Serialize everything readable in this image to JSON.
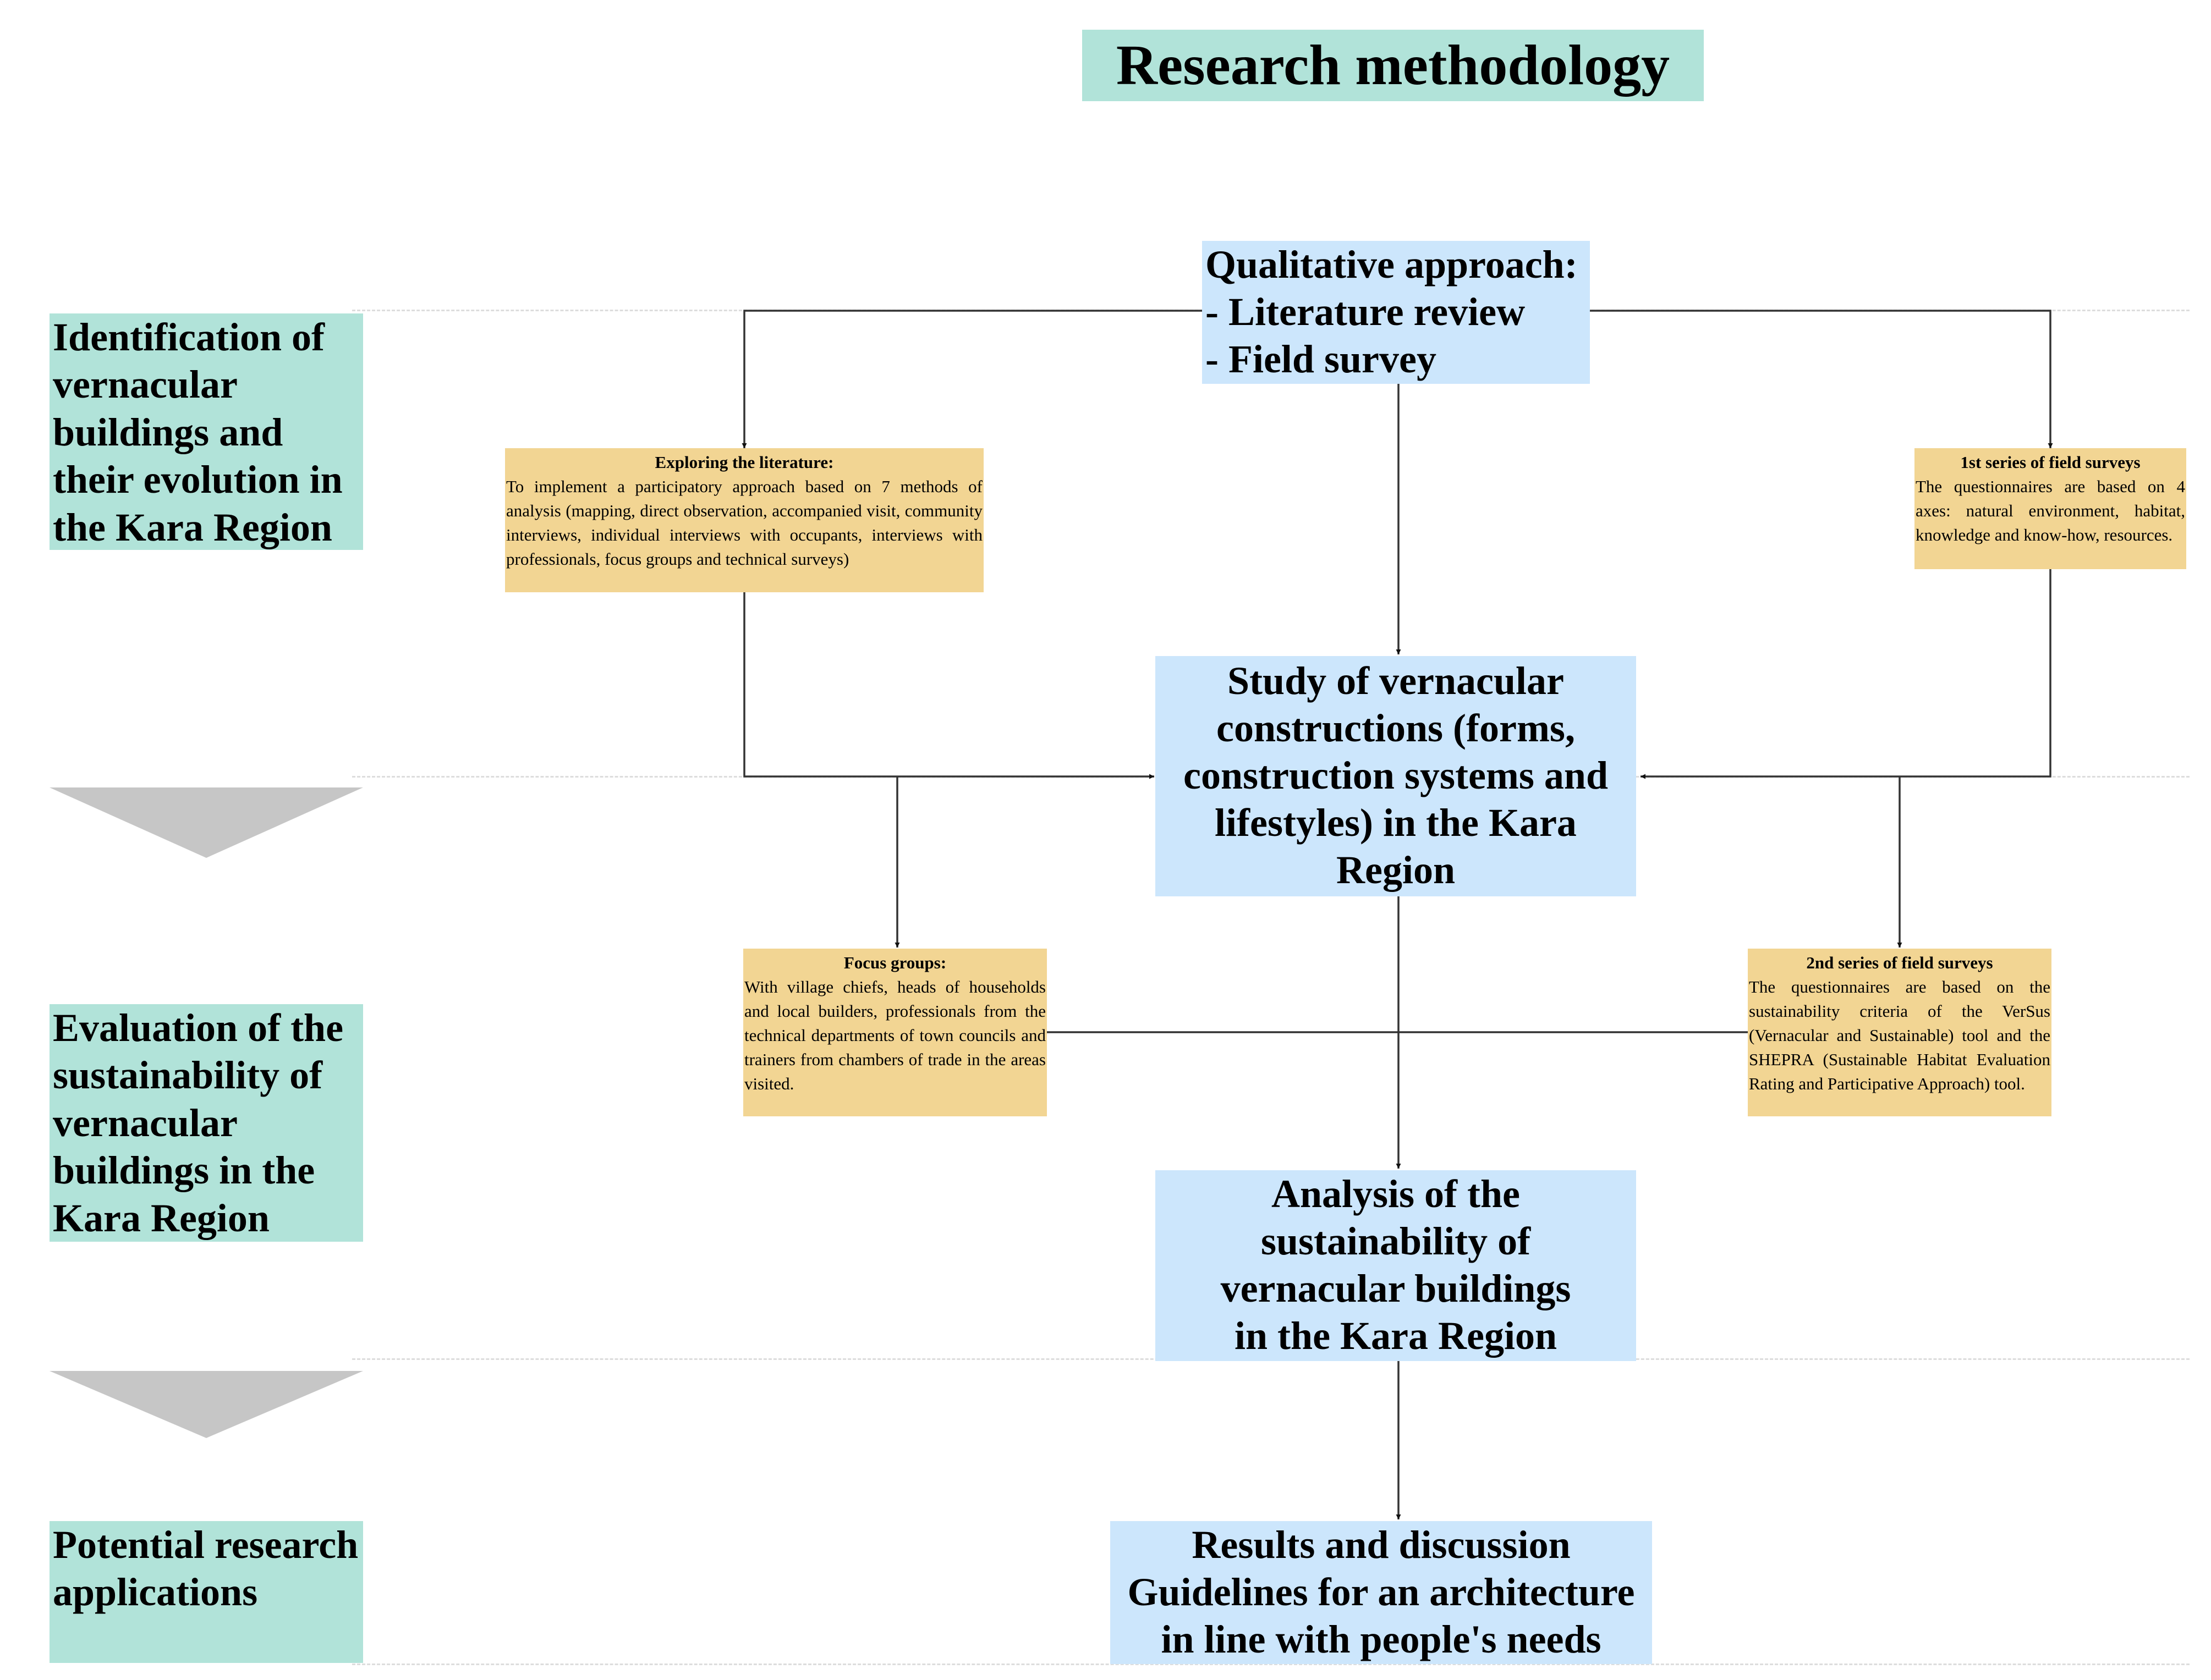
{
  "title": "Research methodology",
  "phases": [
    "Identification of vernacular buildings and their evolution in the Kara Region",
    "Evaluation of the sustainability of vernacular buildings in the Kara Region",
    "Potential research applications"
  ],
  "qualitative": {
    "heading": "Qualitative approach:",
    "item1": "- Literature review",
    "item2": "- Field survey"
  },
  "literature": {
    "heading": "Exploring the literature:",
    "body": "To implement a participatory approach based on 7 methods of analysis (mapping, direct observation, accompanied visit, community interviews, individual interviews with occupants, interviews with professionals, focus groups and technical surveys)"
  },
  "survey1": {
    "heading": "1st series of field surveys",
    "body": "The questionnaires are based on 4 axes: natural environment, habitat, knowledge and know-how, resources."
  },
  "study": "Study of vernacular constructions (forms, construction systems and lifestyles) in the Kara Region",
  "focus": {
    "heading": "Focus groups:",
    "body": "With village chiefs, heads of households and local builders, professionals from the technical departments of town councils and trainers from chambers of trade in the areas visited."
  },
  "survey2": {
    "heading": "2nd series of field surveys",
    "body": "The questionnaires are based on the sustainability criteria of the VerSus (Vernacular and Sustainable) tool and the SHEPRA (Sustainable Habitat Evaluation Rating and Participative Approach) tool."
  },
  "analysis": "Analysis of the sustainability of vernacular buildings in the Kara Region",
  "results": {
    "line1": "Results and discussion",
    "line2": "Guidelines for an architecture in line with people's needs"
  },
  "colors": {
    "phase_box": "#b1e3d9",
    "process_box": "#cce6fc",
    "note_box": "#f2d593",
    "chevron": "#c6c6c6",
    "connector": "#333333"
  }
}
